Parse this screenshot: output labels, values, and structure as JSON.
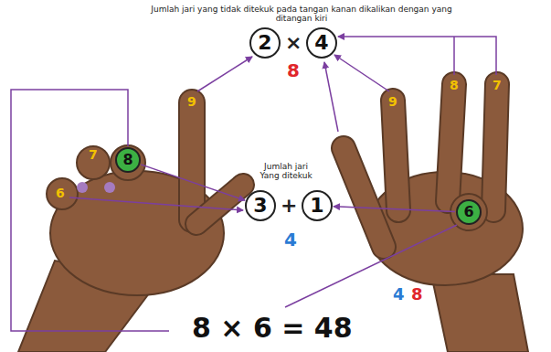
{
  "diagram": {
    "title": "Jumlah jari yang tidak ditekuk pada tangan kanan dikalikan dengan yang ditangan kiri",
    "nodes": [
      {
        "text": [
          "2"
        ]
      },
      {
        "text": [
          "4"
        ]
      },
      {
        "text": [
          "8"
        ]
      },
      {
        "text": [
          "3"
        ]
      },
      {
        "text": [
          "1"
        ]
      },
      {
        "text": [
          "6"
        ]
      }
    ],
    "edges": [
      {
        "from": 2,
        "to": 3,
        "arrow": "to"
      },
      {
        "from": 5,
        "to": 4,
        "arrow": "to"
      }
    ],
    "labels": [
      "×",
      "8",
      "9",
      "7",
      "6",
      "9",
      "8",
      "7",
      "Jumlah jari Yang ditekuk",
      "+",
      "4",
      "4",
      "8",
      "8 × 6 = 48"
    ]
  }
}
